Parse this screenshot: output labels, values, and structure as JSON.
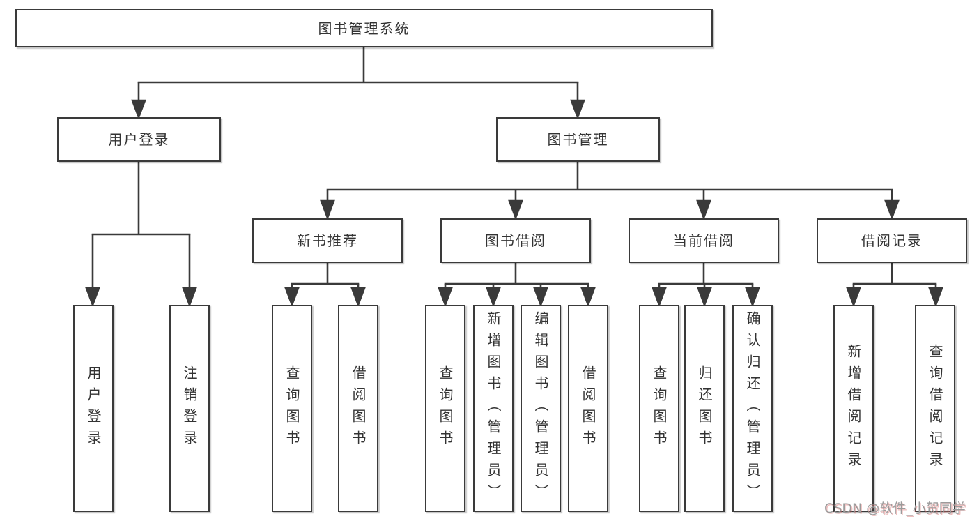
{
  "tree": {
    "root": {
      "label": "图书管理系统"
    },
    "branches": [
      {
        "label": "用户登录",
        "children": [
          {
            "label": "用户登录"
          },
          {
            "label": "注销登录"
          }
        ]
      },
      {
        "label": "图书管理",
        "children": [
          {
            "label": "新书推荐",
            "children": [
              {
                "label": "查询图书"
              },
              {
                "label": "借阅图书"
              }
            ]
          },
          {
            "label": "图书借阅",
            "children": [
              {
                "label": "查询图书"
              },
              {
                "label": "新增图书（管理员）"
              },
              {
                "label": "编辑图书（管理员）"
              },
              {
                "label": "借阅图书"
              }
            ]
          },
          {
            "label": "当前借阅",
            "children": [
              {
                "label": "查询图书"
              },
              {
                "label": "归还图书"
              },
              {
                "label": "确认归还（管理员）"
              }
            ]
          },
          {
            "label": "借阅记录",
            "children": [
              {
                "label": "新增借阅记录"
              },
              {
                "label": "查询借阅记录"
              }
            ]
          }
        ]
      }
    ]
  },
  "watermark": {
    "text": "CSDN @软件_小贺同学"
  },
  "colors": {
    "line": "#3a3a3a",
    "box_border": "#3a3a3a",
    "box_fill": "#ffffff",
    "text": "#333333",
    "watermark_text": "#9b9b9b",
    "background": "#ffffff"
  }
}
